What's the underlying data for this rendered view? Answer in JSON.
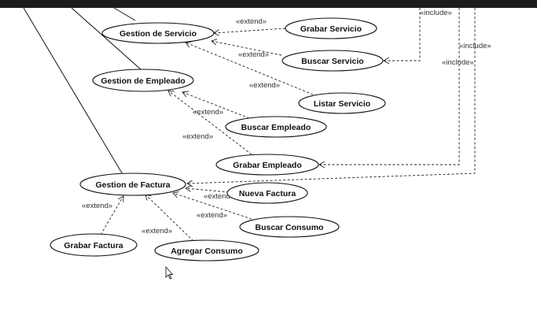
{
  "diagram": {
    "use_cases": {
      "gestion_servicio": "Gestion de Servicio",
      "grabar_servicio": "Grabar Servicio",
      "buscar_servicio": "Buscar Servicio",
      "listar_servicio": "Listar Servicio",
      "gestion_empleado": "Gestion de Empleado",
      "buscar_empleado": "Buscar Empleado",
      "grabar_empleado": "Grabar Empleado",
      "gestion_factura": "Gestion de Factura",
      "nueva_factura": "Nueva Factura",
      "buscar_consumo": "Buscar Consumo",
      "grabar_factura": "Grabar Factura",
      "agregar_consumo": "Agregar Consumo"
    },
    "relations": {
      "extend_grabar_servicio": "«extend»",
      "extend_buscar_servicio": "«extend»",
      "extend_listar_servicio": "«extend»",
      "extend_buscar_empleado": "«extend»",
      "extend_grabar_empleado": "«extend»",
      "extend_nueva_factura": "«extend»",
      "extend_buscar_consumo": "«extend»",
      "extend_grabar_factura": "«extend»",
      "extend_agregar_consumo": "«extend»",
      "include_buscar_servicio": "«include»",
      "include_grabar_empleado": "«include»",
      "include_nueva_factura": "«include»"
    }
  }
}
